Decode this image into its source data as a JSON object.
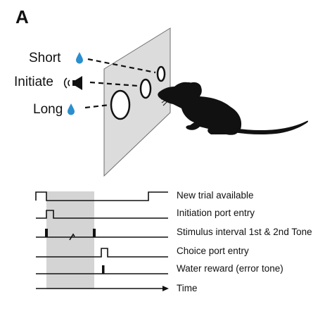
{
  "panel": {
    "letter": "A"
  },
  "ports": {
    "short": {
      "label": "Short"
    },
    "initiate": {
      "label": "Initiate"
    },
    "long": {
      "label": "Long"
    }
  },
  "colors": {
    "water_drop": "#2a8fcf",
    "panel_fill": "#dcdcdc",
    "shaded_interval": "#d4d4d4",
    "ink": "#111111"
  },
  "icons": {
    "water": "water-drop-icon",
    "speaker": "speaker-icon",
    "animal": "rat-silhouette"
  },
  "traces": [
    {
      "label": "New trial available"
    },
    {
      "label": "Initiation port entry"
    },
    {
      "label": "Stimulus interval 1st & 2nd Tone"
    },
    {
      "label": "Choice port entry"
    },
    {
      "label": "Water reward (error tone)"
    }
  ],
  "time_axis": {
    "label": "Time"
  }
}
